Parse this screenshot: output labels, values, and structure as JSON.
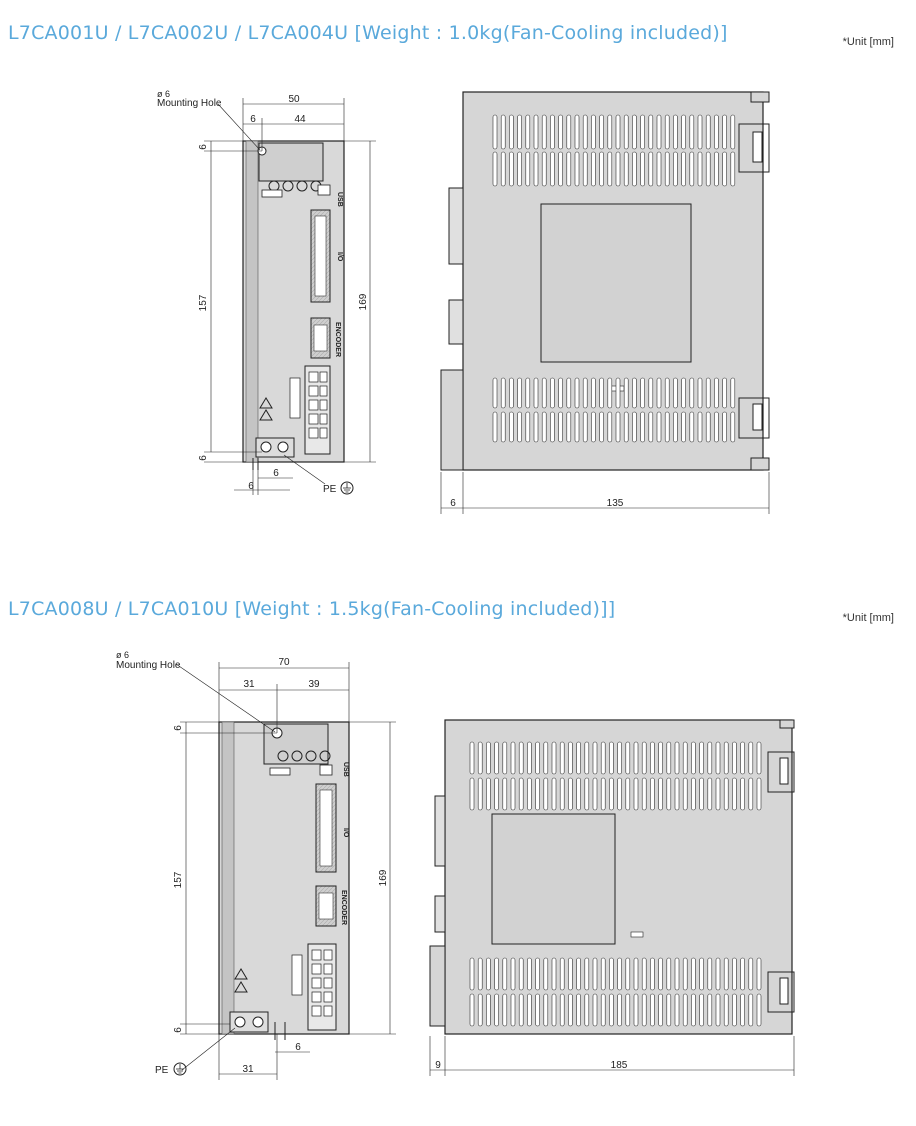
{
  "sections": [
    {
      "title": "L7CA001U / L7CA002U / L7CA004U [Weight : 1.0kg(Fan-Cooling included)]",
      "unit": "*Unit [mm]",
      "callouts": {
        "hole_symbol": "ø 6",
        "hole_label": "Mounting Hole",
        "pe": "PE"
      },
      "dims": {
        "width": "50",
        "left": "6",
        "right": "44",
        "inner_height": "157",
        "top": "6",
        "bottom": "6",
        "height": "169",
        "slot_a": "6",
        "slot_b": "6",
        "depth_offset": "6",
        "depth": "135"
      },
      "labels": {
        "usb": "USB",
        "io": "I/O",
        "encoder": "ENCODER"
      }
    },
    {
      "title": "L7CA008U / L7CA010U [Weight : 1.5kg(Fan-Cooling included)]]",
      "unit": "*Unit [mm]",
      "callouts": {
        "hole_symbol": "ø 6",
        "hole_label": "Mounting Hole",
        "pe": "PE"
      },
      "dims": {
        "width": "70",
        "left": "31",
        "right": "39",
        "inner_height": "157",
        "top": "6",
        "bottom": "6",
        "height": "169",
        "slot": "6",
        "bottom_left": "31",
        "depth_offset": "9",
        "depth": "185"
      },
      "labels": {
        "usb": "USB",
        "io": "I/O",
        "encoder": "ENCODER"
      }
    }
  ]
}
